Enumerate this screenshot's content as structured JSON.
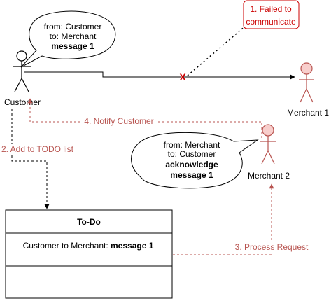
{
  "actors": {
    "customer": "Customer",
    "merchant1": "Merchant 1",
    "merchant2": "Merchant 2"
  },
  "bubble_customer": {
    "line1": "from: Customer",
    "line2": "to: Merchant",
    "line3": "message 1"
  },
  "bubble_merchant": {
    "line1": "from: Merchant",
    "line2": "to: Customer",
    "line3": "acknowledge",
    "line4": "message 1"
  },
  "failed_note": {
    "line1": "1. Failed to",
    "line2": "communicate"
  },
  "fail_mark": "X",
  "edges": {
    "add_todo": "2. Add to TODO list",
    "process_request": "3. Process Request",
    "notify_customer": "4. Notify Customer"
  },
  "todo": {
    "title": "To-Do",
    "item_prefix": "Customer to Merchant: ",
    "item_bold": "message 1"
  },
  "colors": {
    "red": "#b85450",
    "red_text": "#cc0000",
    "actor_fill": "#f8cecc"
  }
}
